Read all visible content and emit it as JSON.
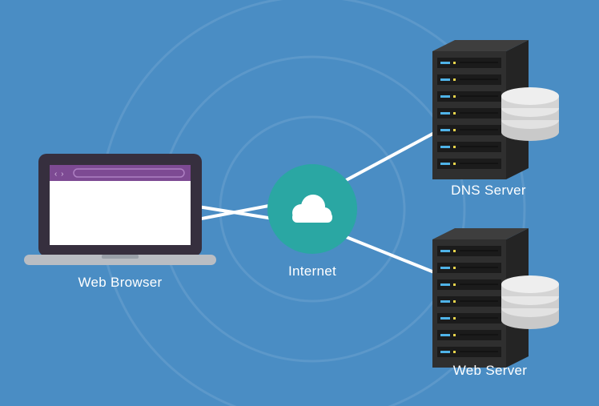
{
  "diagram": {
    "type": "network-architecture",
    "nodes": {
      "web_browser": {
        "label": "Web Browser",
        "icon": "laptop-browser-icon"
      },
      "internet": {
        "label": "Internet",
        "icon": "cloud-icon"
      },
      "dns_server": {
        "label": "DNS Server",
        "icon": "server-rack-database-icon"
      },
      "web_server": {
        "label": "Web Server",
        "icon": "server-rack-database-icon"
      }
    },
    "edges": [
      {
        "from": "web_browser",
        "to": "internet"
      },
      {
        "from": "web_browser",
        "to": "internet"
      },
      {
        "from": "internet",
        "to": "dns_server"
      },
      {
        "from": "internet",
        "to": "web_server"
      }
    ],
    "browser": {
      "nav_icons": "‹ ›"
    },
    "colors": {
      "background": "#4a8dc4",
      "signal_ring": "#ffffff",
      "connector": "#ffffff",
      "internet_circle": "#2aa7a3",
      "cloud": "#ffffff",
      "laptop_bezel": "#362f3e",
      "browser_toolbar": "#7d4a93",
      "browser_page": "#ffffff",
      "laptop_base": "#b9bdc3",
      "server_front": "#2f2f2f",
      "server_side": "#242424",
      "server_top": "#3e3e3e",
      "server_slot": "#1b1b1b",
      "led_blue": "#4fb3e8",
      "led_yellow": "#e8d44b",
      "database_top": "#e7e7e7",
      "database_side": "#c9c9c9",
      "label_text": "#ffffff"
    }
  }
}
